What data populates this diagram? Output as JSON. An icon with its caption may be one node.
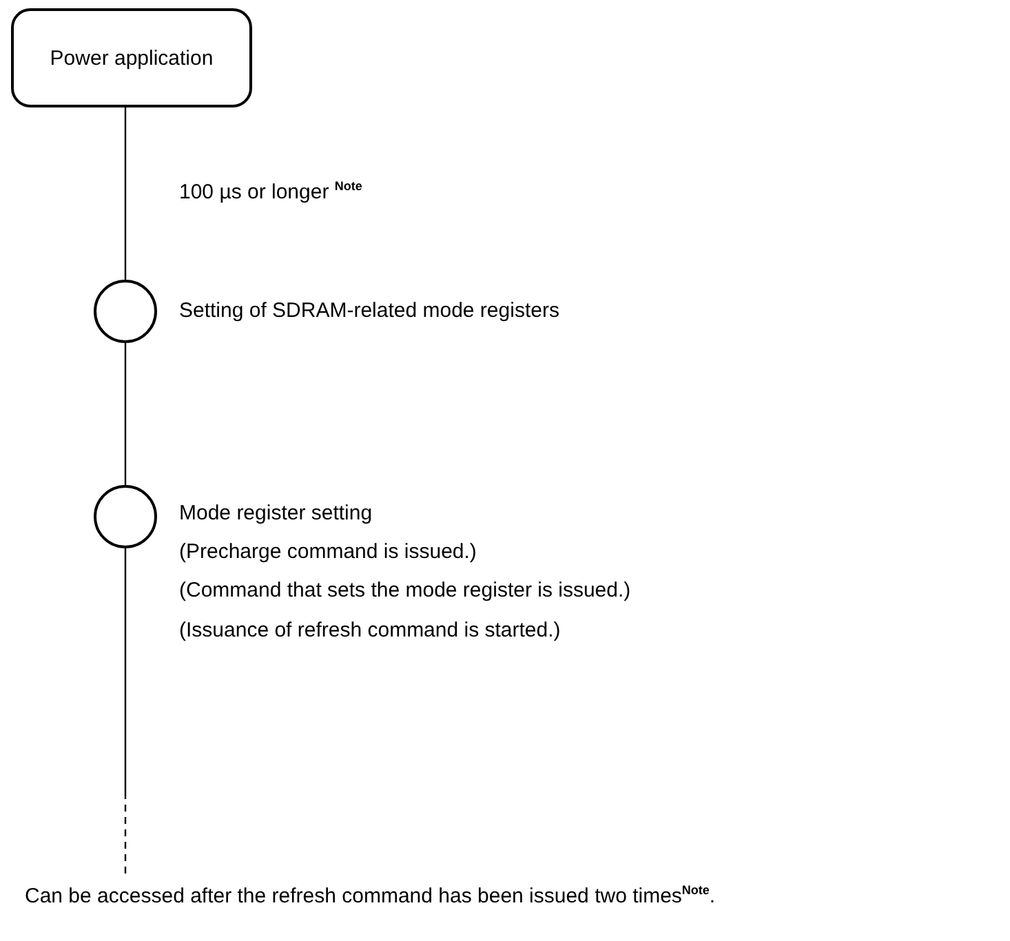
{
  "diagram": {
    "nodes": [
      {
        "text": [
          "Power application"
        ]
      },
      {
        "text": [],
        "shape": "circle",
        "beside": [
          "Setting of SDRAM-related mode registers"
        ]
      },
      {
        "text": [],
        "shape": "circle",
        "beside": [
          "Mode register setting",
          "(Precharge command is issued.)",
          "(Command that sets the mode register is issued.)",
          "(Issuance of refresh command is started.)"
        ]
      },
      {
        "text": [
          "Can be accessed after the refresh command has been issued two times$^{Note}$."
        ]
      }
    ],
    "edges": [
      {
        "from": 0,
        "to": 1,
        "arrow": "none",
        "label": "100 µs or longer $^{Note}$"
      },
      {
        "from": 1,
        "to": 2,
        "arrow": "none"
      },
      {
        "from": 2,
        "to": 3,
        "arrow": "none",
        "style": "dashed"
      }
    ]
  }
}
